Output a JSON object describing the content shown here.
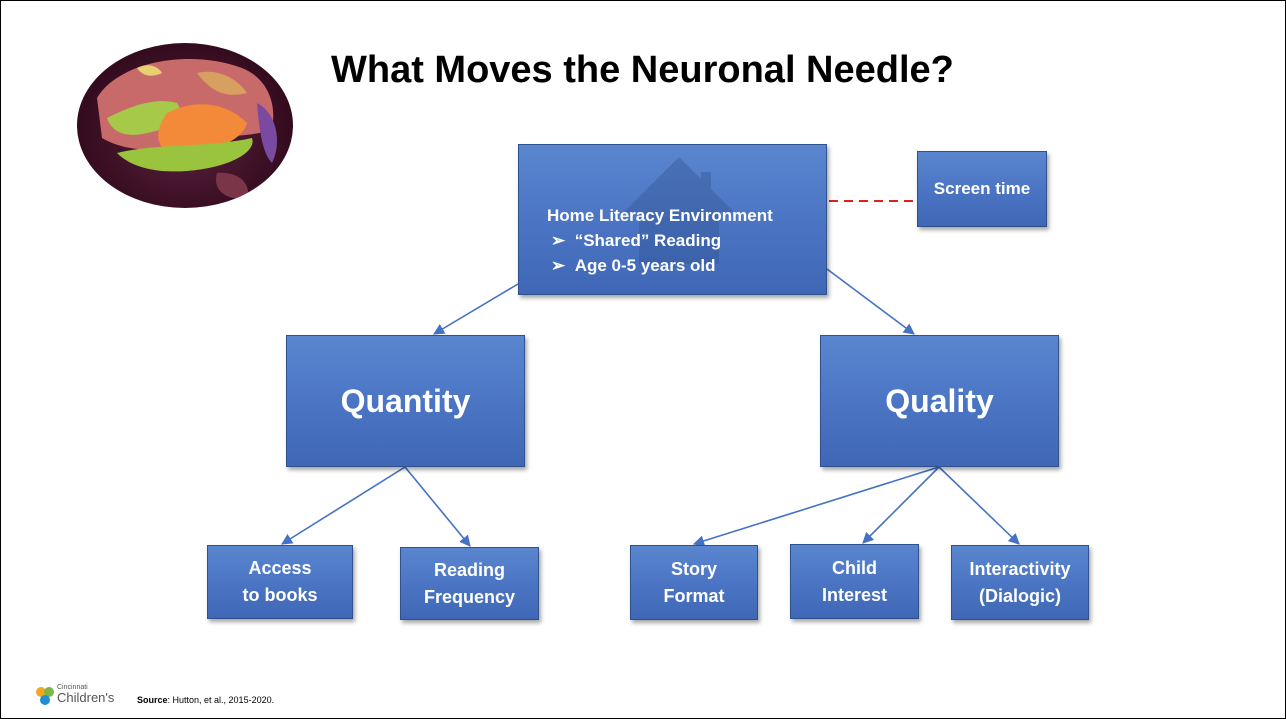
{
  "title": "What Moves the Neuronal Needle?",
  "home_box": {
    "heading": "Home Literacy Environment",
    "bullets": [
      "“Shared” Reading",
      "Age 0-5 years old"
    ],
    "bullet_glyph": "➢"
  },
  "screen_box": {
    "label": "Screen time"
  },
  "quantity_box": {
    "label": "Quantity"
  },
  "quality_box": {
    "label": "Quality"
  },
  "leaves": {
    "access": [
      "Access",
      "to books"
    ],
    "frequency": [
      "Reading",
      "Frequency"
    ],
    "story": [
      "Story",
      "Format"
    ],
    "interest": [
      "Child",
      "Interest"
    ],
    "interactivity": [
      "Interactivity",
      "(Dialogic)"
    ]
  },
  "footer": {
    "logo_line1": "Cincinnati",
    "logo_line2": "Children's",
    "source_label": "Source",
    "source_text": ": Hutton, et al., 2015-2020."
  },
  "colors": {
    "box_fill": "#4a74c3",
    "box_border": "#2f528f",
    "arrow": "#4472c4",
    "dashed_line": "#e02020"
  }
}
